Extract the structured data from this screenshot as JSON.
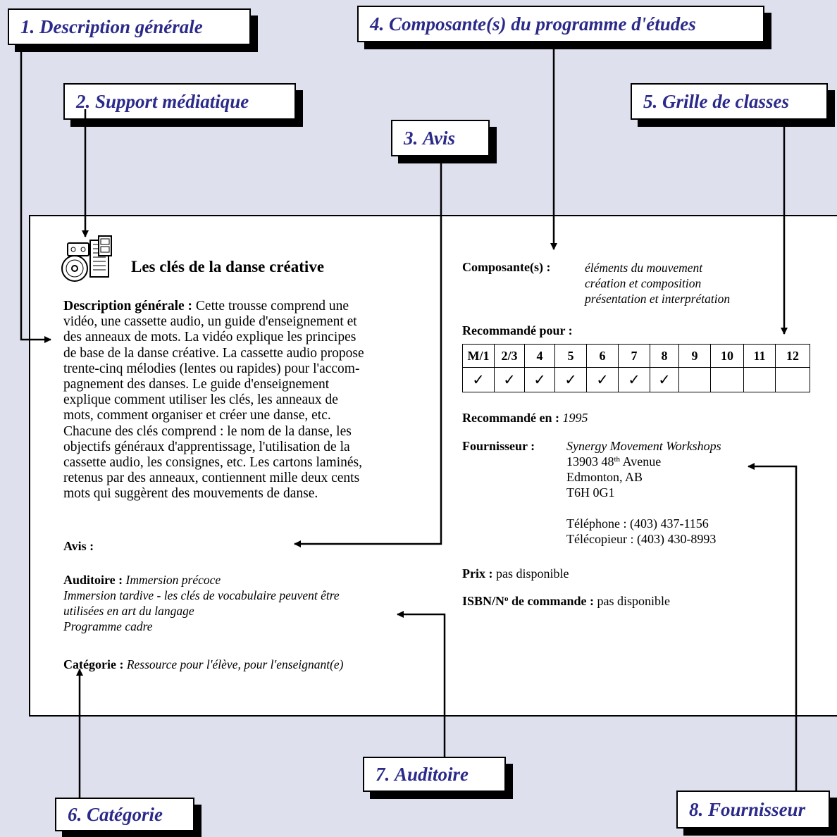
{
  "callouts": {
    "c1": {
      "num": "1.",
      "label": "Description générale"
    },
    "c2": {
      "num": "2.",
      "label": "Support médiatique"
    },
    "c3": {
      "num": "3.",
      "label": "Avis"
    },
    "c4": {
      "num": "4.",
      "label": "Composante(s) du programme d'études"
    },
    "c5": {
      "num": "5.",
      "label": "Grille de classes"
    },
    "c6": {
      "num": "6.",
      "label": "Catégorie"
    },
    "c7": {
      "num": "7.",
      "label": "Auditoire"
    },
    "c8": {
      "num": "8.",
      "label": "Fournisseur"
    }
  },
  "resource": {
    "title": "Les clés de la danse créative",
    "description_label": "Description générale :",
    "description_lines": [
      "Cette trousse comprend une",
      "vidéo, une cassette audio, un guide d'enseignement et",
      "des anneaux de mots. La vidéo explique les principes",
      "de base de la danse créative. La cassette audio propose",
      "trente-cinq mélodies (lentes ou rapides) pour l'accom-",
      "pagnement des danses. Le guide d'enseignement",
      "explique comment utiliser les clés, les anneaux de",
      "mots, comment organiser et créer une danse, etc.",
      "Chacune des clés comprend : le nom de la danse, les",
      "objectifs généraux d'apprentissage, l'utilisation de la",
      "cassette audio, les consignes, etc. Les cartons laminés,",
      "retenus par des anneaux, contiennent mille deux cents",
      "mots qui suggèrent des mouvements de danse."
    ],
    "avis_label": "Avis :",
    "auditoire_label": "Auditoire :",
    "auditoire_lines": [
      "Immersion précoce",
      "Immersion tardive - les clés de vocabulaire peuvent être",
      "utilisées en art du langage",
      "Programme cadre"
    ],
    "categorie_label": "Catégorie :",
    "categorie_value": "Ressource pour l'élève, pour l'enseignant(e)",
    "composantes_label": "Composante(s) :",
    "composantes": [
      "éléments du mouvement",
      "création et composition",
      "présentation et interprétation"
    ],
    "recommande_pour_label": "Recommandé pour :",
    "grades": [
      "M/1",
      "2/3",
      "4",
      "5",
      "6",
      "7",
      "8",
      "9",
      "10",
      "11",
      "12"
    ],
    "grade_checks": [
      "✓",
      "✓",
      "✓",
      "✓",
      "✓",
      "✓",
      "✓",
      "",
      "",
      "",
      ""
    ],
    "recommande_en_label": "Recommandé en :",
    "recommande_en_value": "1995",
    "fournisseur_label": "Fournisseur :",
    "fournisseur_name": "Synergy Movement Workshops",
    "address_num": "13903 48",
    "address_sup": "th",
    "address_street": " Avenue",
    "address_city": "Edmonton, AB",
    "address_postal": "T6H 0G1",
    "telephone": "Téléphone : (403) 437-1156",
    "telecopieur": "Télécopieur : (403) 430-8993",
    "prix_label": "Prix :",
    "prix_value": "pas disponible",
    "isbn_label_a": "ISBN/N",
    "isbn_label_sup": "o",
    "isbn_label_b": " de commande :",
    "isbn_value": "pas disponible"
  },
  "icon": "multimedia-icon"
}
